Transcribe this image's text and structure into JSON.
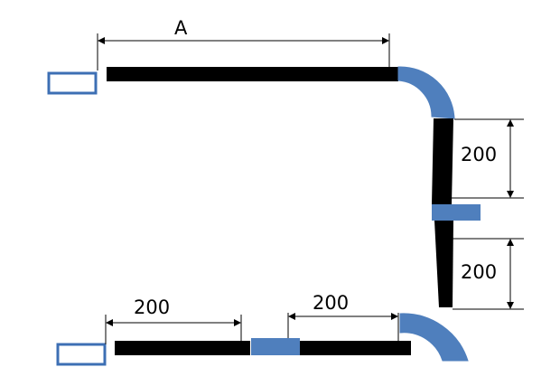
{
  "diagram": {
    "top_span_label": "A",
    "vertical_upper_label": "200",
    "vertical_lower_label": "200",
    "bottom_left_label": "200",
    "bottom_right_label": "200"
  },
  "colors": {
    "pipe": "#000000",
    "fitting": "#4f7fbd",
    "fitting_outline": "#3d6fb4",
    "dimension_line": "#000000"
  }
}
